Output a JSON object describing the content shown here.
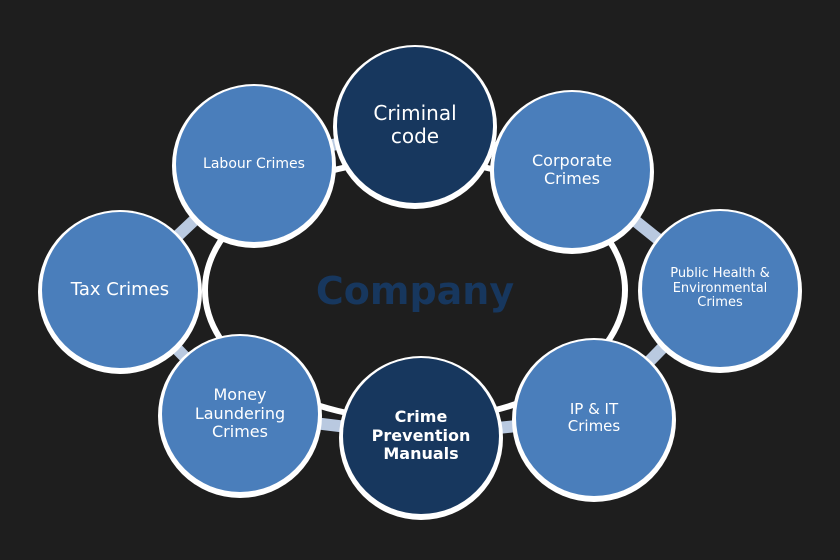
{
  "center": {
    "label": "Company"
  },
  "nodes": [
    {
      "key": "criminal-code",
      "label": "Criminal\ncode",
      "style": "dark"
    },
    {
      "key": "corporate-crimes",
      "label": "Corporate\nCrimes",
      "style": "light"
    },
    {
      "key": "public-health",
      "label": "Public Health &\nEnvironmental\nCrimes",
      "style": "light"
    },
    {
      "key": "ip-it-crimes",
      "label": "IP & IT\nCrimes",
      "style": "light"
    },
    {
      "key": "crime-prevention-manuals",
      "label": "Crime\nPrevention\nManuals",
      "style": "dark"
    },
    {
      "key": "money-laundering",
      "label": "Money\nLaundering\nCrimes",
      "style": "light"
    },
    {
      "key": "tax-crimes",
      "label": "Tax Crimes",
      "style": "light"
    },
    {
      "key": "labour-crimes",
      "label": "Labour Crimes",
      "style": "light"
    }
  ],
  "colors": {
    "dark": "#17375e",
    "light": "#4a7ebb",
    "connector": "#b9c9e0",
    "center_text": "#17375e",
    "ring": "#ffffff",
    "background": "#1e1e1e"
  }
}
